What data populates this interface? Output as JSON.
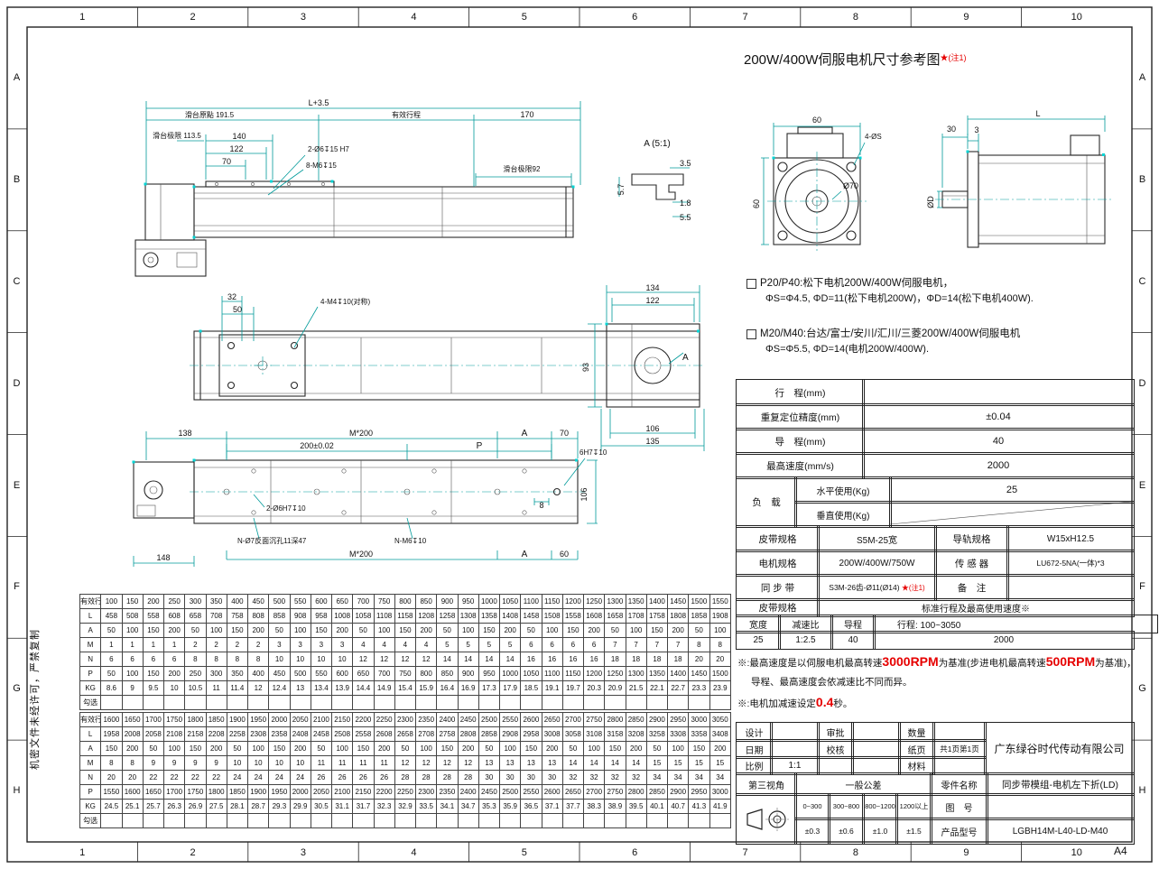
{
  "sheet": {
    "grid_cols": [
      "1",
      "2",
      "3",
      "4",
      "5",
      "6",
      "7",
      "8",
      "9",
      "10"
    ],
    "grid_rows": [
      "A",
      "B",
      "C",
      "D",
      "E",
      "F",
      "G",
      "H"
    ],
    "paper_size": "A4",
    "confidential": "机密文件未经许可，严禁复制"
  },
  "motor_ref": {
    "title": "200W/400W伺服电机尺寸参考图",
    "title_mark": "★(注1)",
    "notes": [
      {
        "line1": "P20/P40:松下电机200W/400W伺服电机，",
        "line2": "ΦS=Φ4.5, ΦD=11(松下电机200W)，ΦD=14(松下电机400W)."
      },
      {
        "line1": "M20/M40:台达/富士/安川/汇川/三菱200W/400W伺服电机",
        "line2": "ΦS=Φ5.5, ΦD=14(电机200W/400W)."
      }
    ]
  },
  "spec_table": {
    "rows": [
      {
        "label": "行　程(mm)",
        "value": ""
      },
      {
        "label": "重复定位精度(mm)",
        "value": "±0.04"
      },
      {
        "label": "导　程(mm)",
        "value": "40"
      },
      {
        "label": "最高速度(mm/s)",
        "value": "2000"
      }
    ],
    "load_label": "负　载",
    "load_rows": [
      {
        "label": "水平使用(Kg)",
        "value": "25"
      },
      {
        "label": "垂直使用(Kg)",
        "value": ""
      }
    ],
    "pair_rows": [
      {
        "l1": "皮带规格",
        "v1": "S5M-25宽",
        "v1_mark": "",
        "l2": "导轨规格",
        "v2": "W15xH12.5"
      },
      {
        "l1": "电机规格",
        "v1": "200W/400W/750W",
        "v1_mark": "",
        "l2": "传 感 器",
        "v2": "LU672-5NA(一体)*3"
      },
      {
        "l1": "同 步 带",
        "v1": "S3M-26齿-Ø11(Ø14)",
        "v1_mark": "★(注1)",
        "l2": "备　注",
        "v2": ""
      }
    ]
  },
  "belt_table": {
    "header_left": "皮带规格",
    "header_right": "标准行程及最高使用速度※",
    "col_labels": [
      "宽度",
      "减速比",
      "导程"
    ],
    "stroke_label": "行程: 100~3050",
    "values": [
      "25",
      "1:2.5",
      "40"
    ],
    "speed_value": "2000"
  },
  "speed_notes": {
    "n1_pre": "※:最高速度是以伺服电机最高转速",
    "n1_rpm1": "3000RPM",
    "n1_mid": "为基准(步进电机最高转速",
    "n1_rpm2": "500RPM",
    "n1_post": "为基准)，",
    "n1_line2": "导程、最高速度会依减速比不同而异。",
    "n2_pre": "※:电机加减速设定",
    "n2_val": "0.4",
    "n2_post": "秒。"
  },
  "title_block": {
    "design_label": "设计",
    "approve_label": "审批",
    "qty_label": "数量",
    "date_label": "日期",
    "check_label": "校核",
    "page_label": "纸页",
    "page_value": "共1页第1页",
    "scale_label": "比例",
    "scale_value": "1:1",
    "material_label": "材料",
    "company": "广东绿谷时代传动有限公司",
    "third_angle_label": "第三视角",
    "tolerance_label": "一般公差",
    "part_name_label": "零件名称",
    "part_name": "同步带模组-电机左下折(LD)",
    "drawing_no_label": "图　号",
    "drawing_no": "",
    "model_label": "产品型号",
    "model": "LGBH14M-L40-LD-M40",
    "tol_ranges": [
      "0~300",
      "300~800",
      "800~1200",
      "1200以上"
    ],
    "tol_values": [
      "±0.3",
      "±0.6",
      "±1.0",
      "±1.5"
    ]
  },
  "stroke_tables": [
    {
      "cols": 31,
      "rows": [
        [
          "有效行程",
          "100",
          "150",
          "200",
          "250",
          "300",
          "350",
          "400",
          "450",
          "500",
          "550",
          "600",
          "650",
          "700",
          "750",
          "800",
          "850",
          "900",
          "950",
          "1000",
          "1050",
          "1100",
          "1150",
          "1200",
          "1250",
          "1300",
          "1350",
          "1400",
          "1450",
          "1500",
          "1550"
        ],
        [
          "L",
          "458",
          "508",
          "558",
          "608",
          "658",
          "708",
          "758",
          "808",
          "858",
          "908",
          "958",
          "1008",
          "1058",
          "1108",
          "1158",
          "1208",
          "1258",
          "1308",
          "1358",
          "1408",
          "1458",
          "1508",
          "1558",
          "1608",
          "1658",
          "1708",
          "1758",
          "1808",
          "1858",
          "1908"
        ],
        [
          "A",
          "50",
          "100",
          "150",
          "200",
          "50",
          "100",
          "150",
          "200",
          "50",
          "100",
          "150",
          "200",
          "50",
          "100",
          "150",
          "200",
          "50",
          "100",
          "150",
          "200",
          "50",
          "100",
          "150",
          "200",
          "50",
          "100",
          "150",
          "200",
          "50",
          "100"
        ],
        [
          "M",
          "1",
          "1",
          "1",
          "1",
          "2",
          "2",
          "2",
          "2",
          "3",
          "3",
          "3",
          "3",
          "4",
          "4",
          "4",
          "4",
          "5",
          "5",
          "5",
          "5",
          "6",
          "6",
          "6",
          "6",
          "7",
          "7",
          "7",
          "7",
          "8",
          "8"
        ],
        [
          "N",
          "6",
          "6",
          "6",
          "6",
          "8",
          "8",
          "8",
          "8",
          "10",
          "10",
          "10",
          "10",
          "12",
          "12",
          "12",
          "12",
          "14",
          "14",
          "14",
          "14",
          "16",
          "16",
          "16",
          "16",
          "18",
          "18",
          "18",
          "18",
          "20",
          "20"
        ],
        [
          "P",
          "50",
          "100",
          "150",
          "200",
          "250",
          "300",
          "350",
          "400",
          "450",
          "500",
          "550",
          "600",
          "650",
          "700",
          "750",
          "800",
          "850",
          "900",
          "950",
          "1000",
          "1050",
          "1100",
          "1150",
          "1200",
          "1250",
          "1300",
          "1350",
          "1400",
          "1450",
          "1500"
        ],
        [
          "KG",
          "8.6",
          "9",
          "9.5",
          "10",
          "10.5",
          "11",
          "11.4",
          "12",
          "12.4",
          "13",
          "13.4",
          "13.9",
          "14.4",
          "14.9",
          "15.4",
          "15.9",
          "16.4",
          "16.9",
          "17.3",
          "17.9",
          "18.5",
          "19.1",
          "19.7",
          "20.3",
          "20.9",
          "21.5",
          "22.1",
          "22.7",
          "23.3",
          "23.9"
        ],
        [
          "勾选"
        ]
      ]
    },
    {
      "cols": 31,
      "rows": [
        [
          "有效行程",
          "1600",
          "1650",
          "1700",
          "1750",
          "1800",
          "1850",
          "1900",
          "1950",
          "2000",
          "2050",
          "2100",
          "2150",
          "2200",
          "2250",
          "2300",
          "2350",
          "2400",
          "2450",
          "2500",
          "2550",
          "2600",
          "2650",
          "2700",
          "2750",
          "2800",
          "2850",
          "2900",
          "2950",
          "3000",
          "3050"
        ],
        [
          "L",
          "1958",
          "2008",
          "2058",
          "2108",
          "2158",
          "2208",
          "2258",
          "2308",
          "2358",
          "2408",
          "2458",
          "2508",
          "2558",
          "2608",
          "2658",
          "2708",
          "2758",
          "2808",
          "2858",
          "2908",
          "2958",
          "3008",
          "3058",
          "3108",
          "3158",
          "3208",
          "3258",
          "3308",
          "3358",
          "3408"
        ],
        [
          "A",
          "150",
          "200",
          "50",
          "100",
          "150",
          "200",
          "50",
          "100",
          "150",
          "200",
          "50",
          "100",
          "150",
          "200",
          "50",
          "100",
          "150",
          "200",
          "50",
          "100",
          "150",
          "200",
          "50",
          "100",
          "150",
          "200",
          "50",
          "100",
          "150",
          "200"
        ],
        [
          "M",
          "8",
          "8",
          "9",
          "9",
          "9",
          "9",
          "10",
          "10",
          "10",
          "10",
          "11",
          "11",
          "11",
          "11",
          "12",
          "12",
          "12",
          "12",
          "13",
          "13",
          "13",
          "13",
          "14",
          "14",
          "14",
          "14",
          "15",
          "15",
          "15",
          "15"
        ],
        [
          "N",
          "20",
          "20",
          "22",
          "22",
          "22",
          "22",
          "24",
          "24",
          "24",
          "24",
          "26",
          "26",
          "26",
          "26",
          "28",
          "28",
          "28",
          "28",
          "30",
          "30",
          "30",
          "30",
          "32",
          "32",
          "32",
          "32",
          "34",
          "34",
          "34",
          "34"
        ],
        [
          "P",
          "1550",
          "1600",
          "1650",
          "1700",
          "1750",
          "1800",
          "1850",
          "1900",
          "1950",
          "2000",
          "2050",
          "2100",
          "2150",
          "2200",
          "2250",
          "2300",
          "2350",
          "2400",
          "2450",
          "2500",
          "2550",
          "2600",
          "2650",
          "2700",
          "2750",
          "2800",
          "2850",
          "2900",
          "2950",
          "3000"
        ],
        [
          "KG",
          "24.5",
          "25.1",
          "25.7",
          "26.3",
          "26.9",
          "27.5",
          "28.1",
          "28.7",
          "29.3",
          "29.9",
          "30.5",
          "31.1",
          "31.7",
          "32.3",
          "32.9",
          "33.5",
          "34.1",
          "34.7",
          "35.3",
          "35.9",
          "36.5",
          "37.1",
          "37.7",
          "38.3",
          "38.9",
          "39.5",
          "40.1",
          "40.7",
          "41.3",
          "41.9"
        ],
        [
          "勾选"
        ]
      ]
    }
  ],
  "annotations": {
    "v1_total": "L+3.5",
    "v1_origin": "滑台原點 191.5",
    "v1_stroke": "有效行程",
    "v1_170": "170",
    "v1_limit_left": "滑台极限 113.5",
    "v1_140": "140",
    "v1_122": "122",
    "v1_70": "70",
    "v1_holes_top": "2-Ø6↧15 H7",
    "v1_holes_side": "8-M6↧15",
    "v1_limit_right": "滑台极限92",
    "det_label": "A (5:1)",
    "det_3_5": "3.5",
    "det_5_7": "5.7",
    "det_1_8": "1.8",
    "det_5_5": "5.5",
    "v2_32": "32",
    "v2_50": "50",
    "v2_holes": "4-M4↧10(对称)",
    "v2_134": "134",
    "v2_122": "122",
    "v2_93": "93",
    "v2_section_a": "A",
    "v2_106": "106",
    "v2_135": "135",
    "v3_138": "138",
    "v3_m200_top": "M*200",
    "v3_a_top": "A",
    "v3_70": "70",
    "v3_200": "200±0.02",
    "v3_p": "P",
    "v3_6h7": "6H7↧10",
    "v3_2o6h7": "2-Ø6H7↧10",
    "v3_8": "8",
    "v3_106": "106",
    "v3_counterbore": "N-Ø7反面沉孔11深47",
    "v3_m200_bottom": "M*200",
    "v3_nm6": "N-M6↧10",
    "v3_a_bottom": "A",
    "v3_60": "60",
    "v3_148": "148",
    "mf_60_top": "60",
    "mf_4os": "4-ØS",
    "mf_o70": "Ø70",
    "mf_60_left": "60",
    "ms_30": "30",
    "ms_3": "3",
    "ms_l": "L",
    "ms_od": "ØD"
  }
}
